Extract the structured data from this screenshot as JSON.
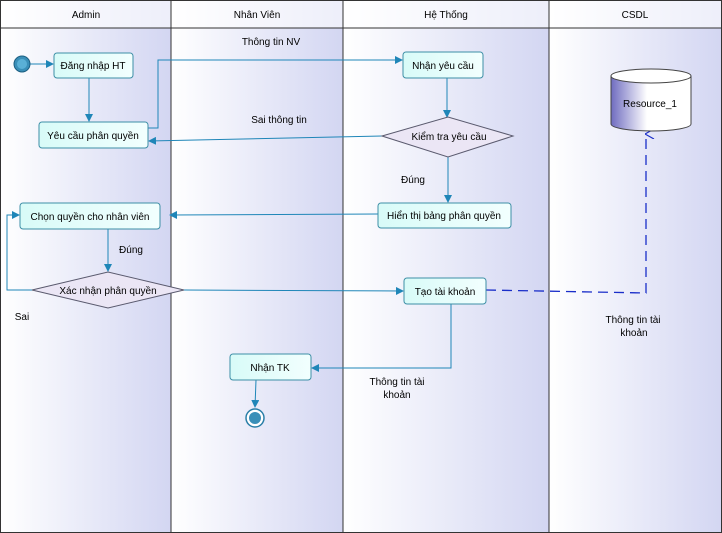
{
  "lanes": [
    {
      "title": "Admin"
    },
    {
      "title": "Nhân Viên"
    },
    {
      "title": "Hệ Thống"
    },
    {
      "title": "CSDL"
    }
  ],
  "nodes": {
    "dang_nhap": "Đăng nhập HT",
    "yeu_cau_phan_quyen": "Yêu cầu phân quyền",
    "nhan_yeu_cau": "Nhận yêu cầu",
    "kiem_tra": "Kiểm tra yêu cầu",
    "hien_thi_bang": "Hiển thị bảng phân quyền",
    "chon_quyen": "Chọn quyền cho nhân viên",
    "xac_nhan": "Xác nhận phân quyền",
    "tao_tai_khoan": "Tạo tài khoản",
    "nhan_tk": "Nhận TK",
    "resource": "Resource_1"
  },
  "edge_labels": {
    "thong_tin_nv": "Thông tin NV",
    "sai_thong_tin": "Sai thông tin",
    "dung_1": "Đúng",
    "dung_2": "Đúng",
    "sai": "Sai",
    "thong_tin_tai_khoan_1": [
      "Thông tin tài",
      "khoản"
    ],
    "thong_tin_tai_khoan_2": [
      "Thông tin tài",
      "khoản"
    ]
  },
  "colors": {
    "lane_gradient_start": "#ffffff",
    "lane_gradient_end": "#d3d6f2",
    "node_fill": "#e0fffc",
    "node_stroke": "#3d8fa6",
    "decision_fill": "#ebe6f5",
    "decision_stroke": "#5a5a6e",
    "arrow": "#1f86b8",
    "dashed": "#1a2ec9",
    "db_fill_dark": "#7b7ac8",
    "grid_line": "#333333"
  }
}
